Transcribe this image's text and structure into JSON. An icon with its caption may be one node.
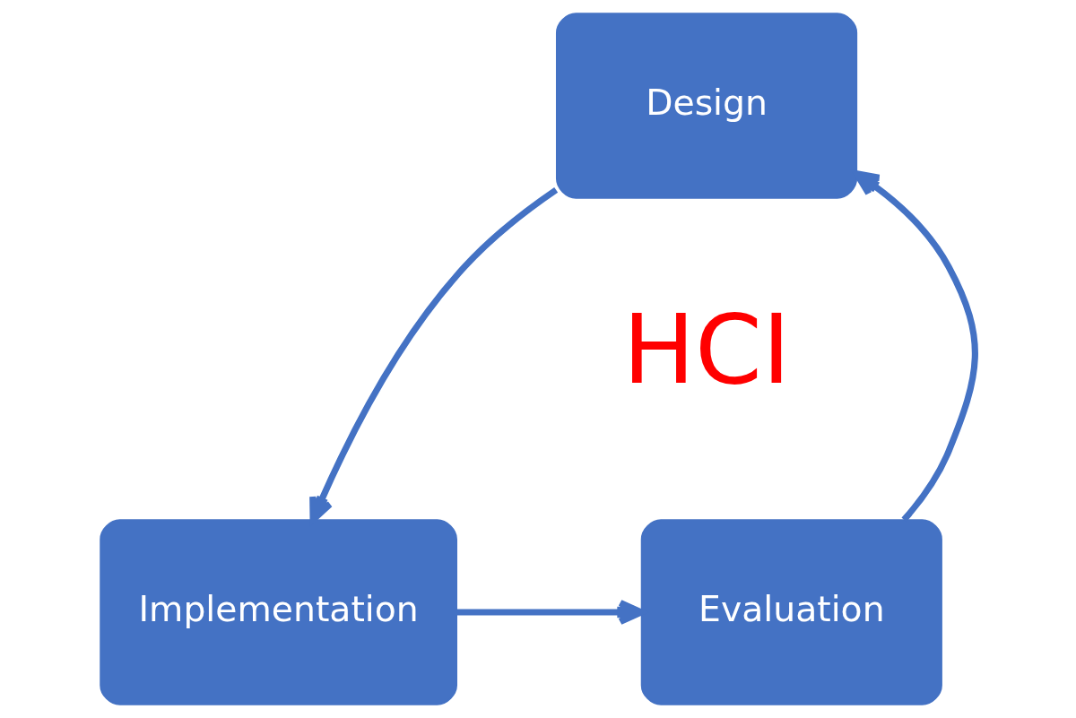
{
  "diagram": {
    "nodes": [
      {
        "text": [
          "Design"
        ]
      },
      {
        "text": [
          "Implementation"
        ]
      },
      {
        "text": [
          "Evaluation"
        ]
      }
    ],
    "edges": [
      {
        "from": 0,
        "to": 1,
        "arrow": "to"
      },
      {
        "from": 1,
        "to": 2,
        "arrow": "to"
      },
      {
        "from": 2,
        "to": 0,
        "arrow": "to"
      }
    ],
    "labels": [
      "HCI"
    ]
  }
}
